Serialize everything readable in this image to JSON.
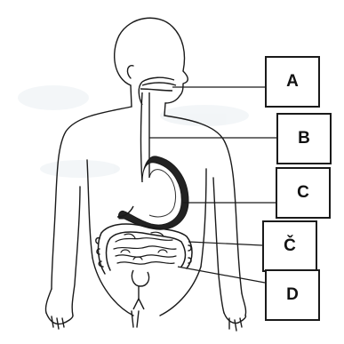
{
  "diagram": {
    "labels": [
      {
        "key": "a",
        "text": "A"
      },
      {
        "key": "b",
        "text": "B"
      },
      {
        "key": "c",
        "text": "C"
      },
      {
        "key": "c2",
        "text": "Č"
      },
      {
        "key": "d",
        "text": "D"
      }
    ]
  },
  "colors": {
    "ink": "#1a1a1a",
    "background": "#ffffff",
    "stomach_fill": "#222222"
  }
}
